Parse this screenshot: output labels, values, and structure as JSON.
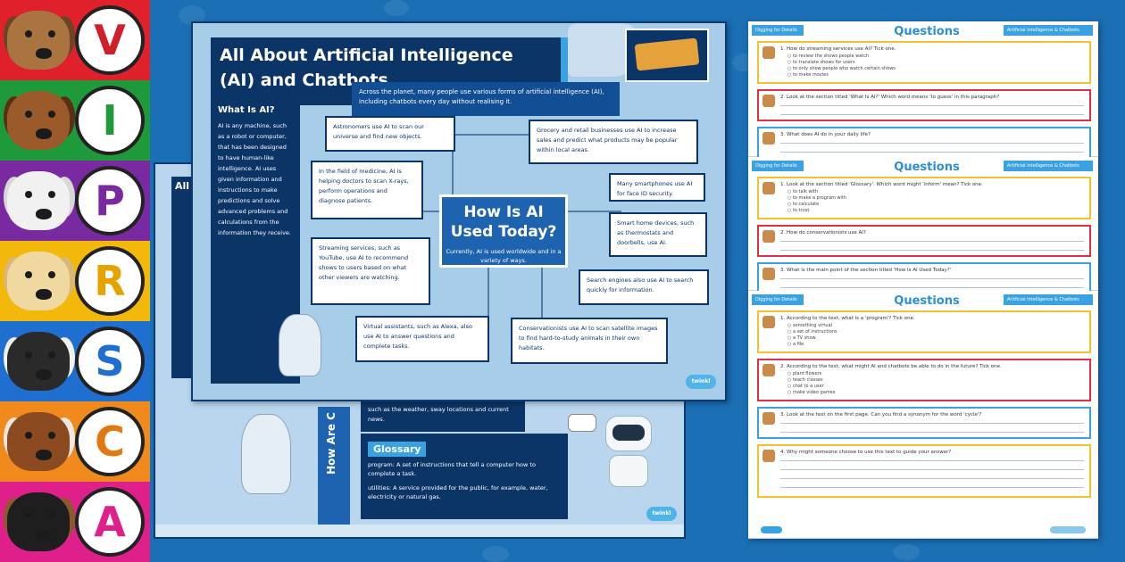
{
  "colors": {
    "background": "#1a6fb5",
    "navy": "#0c3567",
    "accent_blue": "#3aa2e0",
    "vipers": [
      "#e0202a",
      "#1f9a3a",
      "#7a2aa0",
      "#f2b90a",
      "#1f6fd1",
      "#f08a1c",
      "#e0208a"
    ]
  },
  "vipers": {
    "letters": [
      "V",
      "I",
      "P",
      "R",
      "S",
      "C",
      "A"
    ],
    "letter_colors": [
      "#d01f2a",
      "#1f9a3a",
      "#7a2aa0",
      "#e6a300",
      "#1f6fd1",
      "#e07a10",
      "#e0208a"
    ],
    "icon_names": [
      "terrier-dog-icon",
      "bloodhound-dog-icon",
      "samoyed-dog-icon",
      "labrador-dog-icon",
      "collie-dog-icon",
      "spaniel-dog-icon",
      "rottweiler-dog-icon"
    ]
  },
  "poster": {
    "title": "All About Artificial Intelligence (AI) and Chatbots",
    "subtitle": "Across the planet, many people use various forms of artificial intelligence (AI), including chatbots every day without realising it.",
    "what_title": "What Is AI?",
    "what_text": "AI is any machine, such as a robot or computer, that has been designed to have human-like intelligence. AI uses given information and instructions to make predictions and solve advanced problems and calculations from the information they receive.",
    "center_title": "How Is AI Used Today?",
    "center_sub": "Currently, AI is used worldwide and in a variety of ways.",
    "uses": [
      "Astronomers use AI to scan our universe and find new objects.",
      "Grocery and retail businesses use AI to increase sales and predict what products may be popular within local areas.",
      "In the field of medicine, AI is helping doctors to scan X-rays, perform operations and diagnose patients.",
      "Many smartphones use AI for face ID security.",
      "Smart home devices, such as thermostats and doorbells, use AI.",
      "Streaming services, such as YouTube, use AI to recommend shows to users based on what other viewers are watching.",
      "Search engines also use AI to search quickly for information.",
      "Virtual assistants, such as Alexa, also use AI to answer questions and complete tasks.",
      "Conservationists use AI to scan satellite images to find hard-to-study animals in their own habitats."
    ],
    "brand": "twinkl"
  },
  "back_poster": {
    "title_fragment": "All A",
    "how_text": "How Are C",
    "news_text": "such as the weather, sway locations and current news.",
    "glossary_title": "Glossary",
    "glossary": [
      "program: A set of instructions that tell a computer how to complete a task.",
      "utilities: A service provided for the public, for example, water, electricity or natural gas."
    ],
    "brand": "twinkl"
  },
  "questions": {
    "tag_left": "Digging for Details",
    "tag_right": "Artificial Intelligence & Chatbots",
    "title": "Questions",
    "pages": [
      {
        "items": [
          {
            "text": "1. How do streaming services use AI? Tick one.",
            "options": [
              "to review the shows people watch",
              "to translate shows for users",
              "to only show people who watch certain shows",
              "to make movies"
            ]
          },
          {
            "text": "2. Look at the section titled 'What Is AI?' Which word means 'to guess' in this paragraph?",
            "options": []
          },
          {
            "text": "3. What does AI do in your daily life?",
            "options": []
          }
        ]
      },
      {
        "items": [
          {
            "text": "1. Look at the section titled 'Glossary'. Which word might 'inform' mean? Tick one.",
            "options": [
              "to talk with",
              "to make a program with",
              "to calculate",
              "to trust"
            ]
          },
          {
            "text": "2. How do conservationists use AI?",
            "options": []
          },
          {
            "text": "3. What is the main point of the section titled 'How Is AI Used Today?'",
            "options": []
          }
        ]
      },
      {
        "items": [
          {
            "text": "1. According to the text, what is a 'program'? Tick one.",
            "options": [
              "something virtual",
              "a set of instructions",
              "a TV show",
              "a file"
            ]
          },
          {
            "text": "2. According to the text, what might AI and chatbots be able to do in the future? Tick one.",
            "options": [
              "plant flowers",
              "teach classes",
              "chat to a user",
              "make video games"
            ]
          },
          {
            "text": "3. Look at the text on the first page. Can you find a synonym for the word 'cycle'?",
            "options": []
          },
          {
            "text": "4. Why might someone choose to use this text to guide your answer?",
            "options": []
          }
        ]
      }
    ]
  }
}
